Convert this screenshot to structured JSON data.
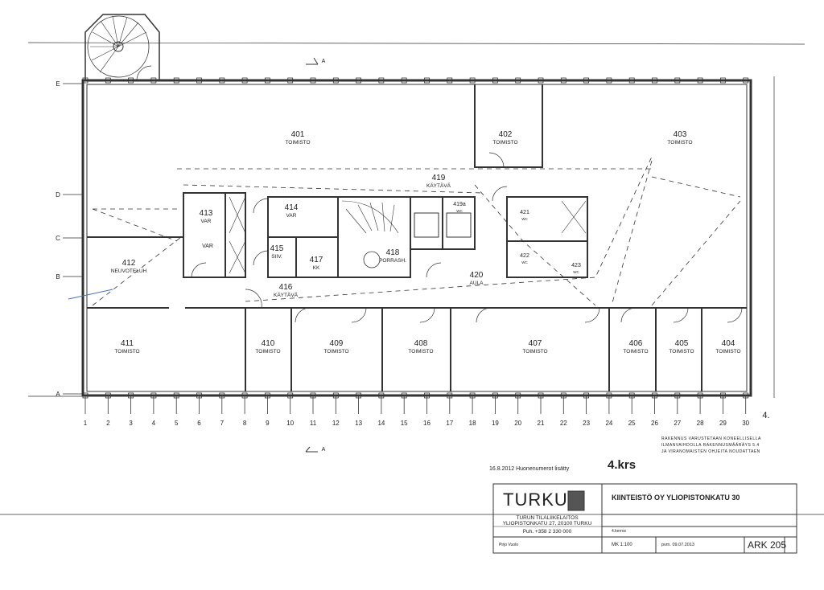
{
  "floor_title": "4.krs",
  "revision_note": "16.8.2012 Huonenumerot lisätty",
  "building_note": [
    "RAKENNUS VARUSTETAAN KONEELLISELLA",
    "ILMANVAIHDOLLA RAKENNUSMÄÄRÄYS 5.4",
    "JA VIRANOMAISTEN OHJEITA NOUDATTAEN"
  ],
  "rooms": [
    {
      "number": "401",
      "name": "TOIMISTO"
    },
    {
      "number": "402",
      "name": "TOIMISTO"
    },
    {
      "number": "403",
      "name": "TOIMISTO"
    },
    {
      "number": "419",
      "name": "KÄYTÄVÄ"
    },
    {
      "number": "413",
      "name": "VAR"
    },
    {
      "number": "414",
      "name": "VAR"
    },
    {
      "number": "415",
      "name": "SIIV."
    },
    {
      "number": "417",
      "name": "KK"
    },
    {
      "number": "418",
      "name": "PORRASH."
    },
    {
      "number": "419a",
      "name": "WC"
    },
    {
      "number": "420",
      "name": "AULA"
    },
    {
      "number": "421",
      "name": "WC"
    },
    {
      "number": "422",
      "name": "WC"
    },
    {
      "number": "423",
      "name": "WC"
    },
    {
      "number": "412",
      "name": "NEUVOTELUH"
    },
    {
      "number": "416",
      "name": "KÄYTÄVÄ"
    },
    {
      "number": "411",
      "name": "TOIMISTO"
    },
    {
      "number": "410",
      "name": "TOIMISTO"
    },
    {
      "number": "409",
      "name": "TOIMISTO"
    },
    {
      "number": "408",
      "name": "TOIMISTO"
    },
    {
      "number": "407",
      "name": "TOIMISTO"
    },
    {
      "number": "406",
      "name": "TOIMISTO"
    },
    {
      "number": "405",
      "name": "TOIMISTO"
    },
    {
      "number": "404",
      "name": "TOIMISTO"
    }
  ],
  "extra_labels": {
    "var_413b": "VAR",
    "section_marker": "A",
    "right_axis": "4."
  },
  "column_axes": [
    "1",
    "2",
    "3",
    "4",
    "5",
    "6",
    "7",
    "8",
    "9",
    "10",
    "11",
    "12",
    "13",
    "14",
    "15",
    "16",
    "17",
    "18",
    "19",
    "20",
    "21",
    "22",
    "23",
    "24",
    "25",
    "26",
    "27",
    "28",
    "29",
    "30"
  ],
  "row_axes": [
    "E",
    "D",
    "C",
    "B",
    "A"
  ],
  "title_block": {
    "logo_text": "TURKU",
    "org": "TURUN TILALIIKELAITOS",
    "address": "YLIOPISTONKATU 27, 20100 TURKU",
    "phone": "Puh. +358 2 330 000",
    "drawer": "Pirjo Vuolo",
    "project": "KIINTEISTÖ OY YLIOPISTONKATU 30",
    "sheet_desc": "4.kerros",
    "scale": "MK 1:100",
    "date": "pvm. 09.07.2013",
    "drawing_no": "ARK 205"
  }
}
